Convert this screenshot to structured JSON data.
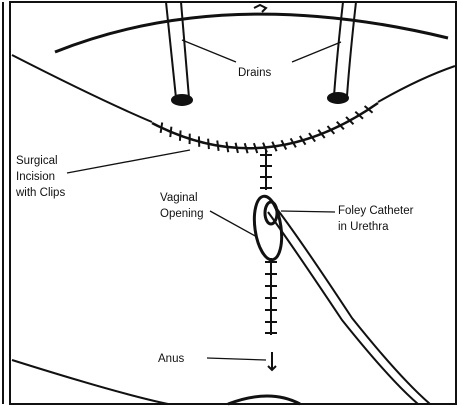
{
  "labels": {
    "drains": "Drains",
    "surgical_incision": [
      "Surgical",
      "Incision",
      "with Clips"
    ],
    "vaginal_opening": [
      "Vaginal",
      "Opening"
    ],
    "foley_catheter": [
      "Foley Catheter",
      "in Urethra"
    ],
    "anus": "Anus"
  },
  "colors": {
    "ink": "#111111",
    "paper": "#ffffff"
  }
}
